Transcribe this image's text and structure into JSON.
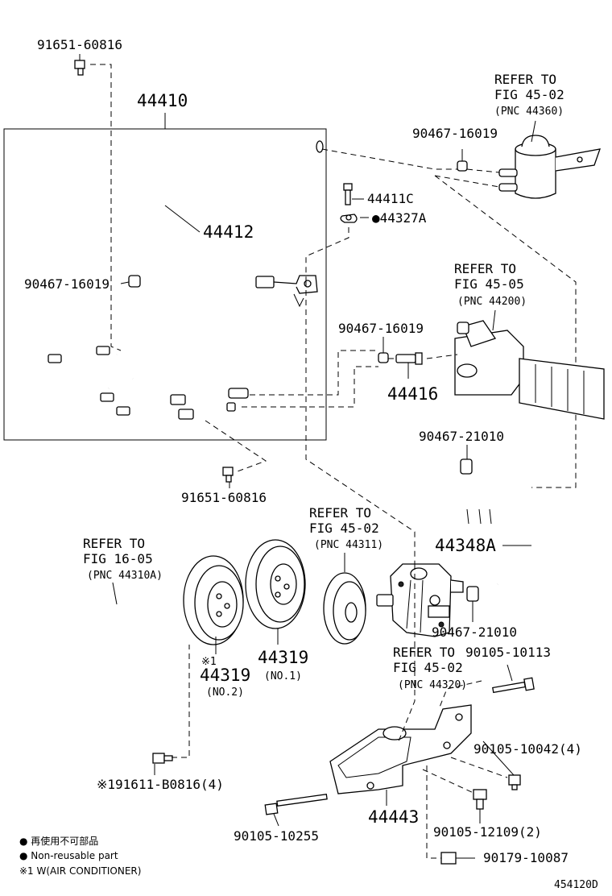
{
  "diagram_id": "454120D",
  "callouts": {
    "bolt_top": "91651-60816",
    "pipe_assy": "44410",
    "hose_return": "44412",
    "clamp_left": "90467-16019",
    "union_bolt": "44411C",
    "gasket": "●44327A",
    "clamp_reservoir": "90467-16019",
    "clamp_gear": "90467-16019",
    "union": "44416",
    "clamp_hose_top": "90467-21010",
    "bolt_bottom": "91651-60816",
    "suction_hose": "44348A",
    "clamp_hose_bottom": "90467-21010",
    "pulley_no2": "44319",
    "pulley_no2_sub": "(NO.2)",
    "pulley_no2_mark": "※1",
    "pulley_no1": "44319",
    "pulley_no1_sub": "(NO.1)",
    "bolt_90105_10113": "90105-10113",
    "bolt_90105_10042": "90105-10042(4)",
    "bolt_91611": "※191611-B0816(4)",
    "bracket": "44443",
    "bolt_90105_10255": "90105-10255",
    "bolt_90105_12109": "90105-12109(2)",
    "nut_90179": "90179-10087"
  },
  "refs": {
    "reservoir": [
      "REFER TO",
      "FIG 45-02",
      "(PNC 44360)"
    ],
    "gear": [
      "REFER TO",
      "FIG 45-05",
      "(PNC 44200)"
    ],
    "pulley": [
      "REFER TO",
      "FIG 45-02",
      "(PNC 44311)"
    ],
    "belt": [
      "REFER TO",
      "FIG 16-05",
      "(PNC 44310A)"
    ],
    "pump": [
      "REFER TO",
      "FIG 45-02",
      "(PNC 44320)"
    ]
  },
  "legend": [
    "● 再使用不可部品",
    "● Non-reusable part",
    "※1 W(AIR CONDITIONER)"
  ]
}
